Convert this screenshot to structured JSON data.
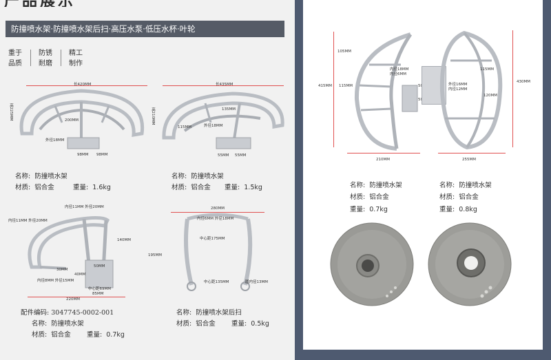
{
  "header": {
    "cut_heading": "产品展示",
    "title": "防撞喷水架·防撞喷水架后扫·高压水泵·低压水杯·叶轮"
  },
  "features": [
    {
      "line1": "重于",
      "line2": "品质"
    },
    {
      "line1": "防锈",
      "line2": "耐磨"
    },
    {
      "line1": "精工",
      "line2": "制作"
    }
  ],
  "products": {
    "p1": {
      "dims": {
        "length": "长420MM",
        "height": "高225MM",
        "d200": "200MM",
        "outer": "外径18MM",
        "a": "98MM",
        "b": "98MM"
      },
      "name_label": "名称:",
      "name": "防撞喷水架",
      "material_label": "材质:",
      "material": "铝合金",
      "weight_label": "重量:",
      "weight": "1.6kg"
    },
    "p2": {
      "dims": {
        "length": "长435MM",
        "height": "高210MM",
        "d135": "135MM",
        "d115": "115MM",
        "outer": "外径18MM",
        "a": "55MM",
        "b": "55MM"
      },
      "name_label": "名称:",
      "name": "防撞喷水架",
      "material_label": "材质:",
      "material": "铝合金",
      "weight_label": "重量:",
      "weight": "1.5kg"
    },
    "p3": {
      "dims": {
        "top": "内径11MM 外径20MM",
        "left": "内径11MM 外径20MM",
        "h140": "140MM",
        "d30": "30MM",
        "inner8": "内径8MM",
        "outer15": "外径15MM",
        "d40": "40MM",
        "d50": "50MM",
        "center": "中心距69MM",
        "d85": "85MM",
        "d220": "220MM"
      },
      "part_no_label": "配件编码:",
      "part_no": "3047745-0002-001",
      "name_label": "名称:",
      "name": "防撞喷水架",
      "material_label": "材质:",
      "material": "铝合金",
      "weight_label": "重量:",
      "weight": "0.7kg"
    },
    "p4": {
      "dims": {
        "d280": "280MM",
        "inner_outer": "内径6MM 外径18MM",
        "center175": "中心距175MM",
        "h195": "195MM",
        "center135": "中心距135MM",
        "ring13": "圆内径13MM"
      },
      "name_label": "名称:",
      "name": "防撞喷水架后扫",
      "material_label": "材质:",
      "material": "铝合金",
      "weight_label": "重量:",
      "weight": "0.5kg"
    },
    "p5": {
      "dims": {
        "d105": "105MM",
        "h415": "415MM",
        "d115": "115MM",
        "inner18": "内径18MM",
        "inner6": "内径6MM",
        "d50a": "50",
        "d50b": "50",
        "w210": "210MM"
      },
      "name_label": "名称:",
      "name": "防撞喷水架",
      "material_label": "材质:",
      "material": "铝合金",
      "weight_label": "重量:",
      "weight": "0.7kg"
    },
    "p6": {
      "dims": {
        "d115": "115MM",
        "outer16": "外径16MM",
        "inner12": "内径12MM",
        "d120": "120MM",
        "h430": "430MM",
        "w255": "255MM"
      },
      "name_label": "名称:",
      "name": "防撞喷水架",
      "material_label": "材质:",
      "material": "铝合金",
      "weight_label": "重量:",
      "weight": "0.8kg"
    }
  },
  "colors": {
    "accent_bar": "#555b66",
    "panel": "#4e5a70",
    "dimension": "#e05050",
    "metal": "#bfc3c8"
  }
}
